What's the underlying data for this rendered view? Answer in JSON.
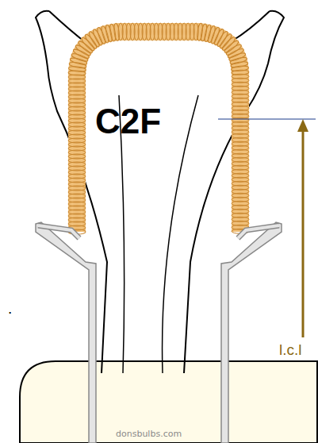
{
  "diagram": {
    "labels": [
      "C2F",
      "l.c.l",
      ".",
      "donsbulbs.com"
    ]
  }
}
